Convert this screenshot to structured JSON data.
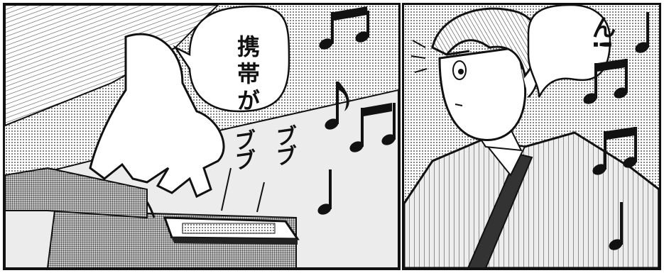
{
  "panels": [
    {
      "id": "left",
      "speech": "携帯が",
      "sfx": [
        "ブブ",
        "ブブ"
      ]
    },
    {
      "id": "right",
      "speech": "ん!"
    }
  ],
  "colors": {
    "ink": "#111111",
    "screentone": "#bdbdbd",
    "paper": "#ffffff"
  },
  "icons": [
    "music-note-icon",
    "beamed-music-note-icon"
  ]
}
